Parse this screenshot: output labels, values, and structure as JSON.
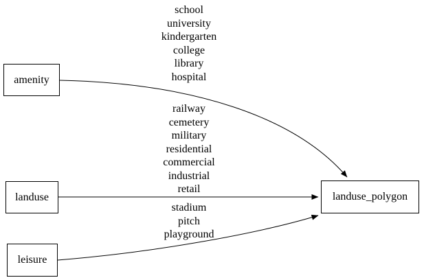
{
  "diagram": {
    "background_color": "#ffffff",
    "line_color": "#000000",
    "nodes": {
      "amenity": {
        "label": "amenity"
      },
      "landuse": {
        "label": "landuse"
      },
      "leisure": {
        "label": "leisure"
      },
      "landuse_polygon": {
        "label": "landuse_polygon"
      }
    },
    "edges": [
      {
        "from": "amenity",
        "to": "landuse_polygon",
        "labels": [
          "school",
          "university",
          "kindergarten",
          "college",
          "library",
          "hospital"
        ]
      },
      {
        "from": "landuse",
        "to": "landuse_polygon",
        "labels": [
          "railway",
          "cemetery",
          "military",
          "residential",
          "commercial",
          "industrial",
          "retail"
        ]
      },
      {
        "from": "leisure",
        "to": "landuse_polygon",
        "labels": [
          "stadium",
          "pitch",
          "playground"
        ]
      }
    ]
  }
}
